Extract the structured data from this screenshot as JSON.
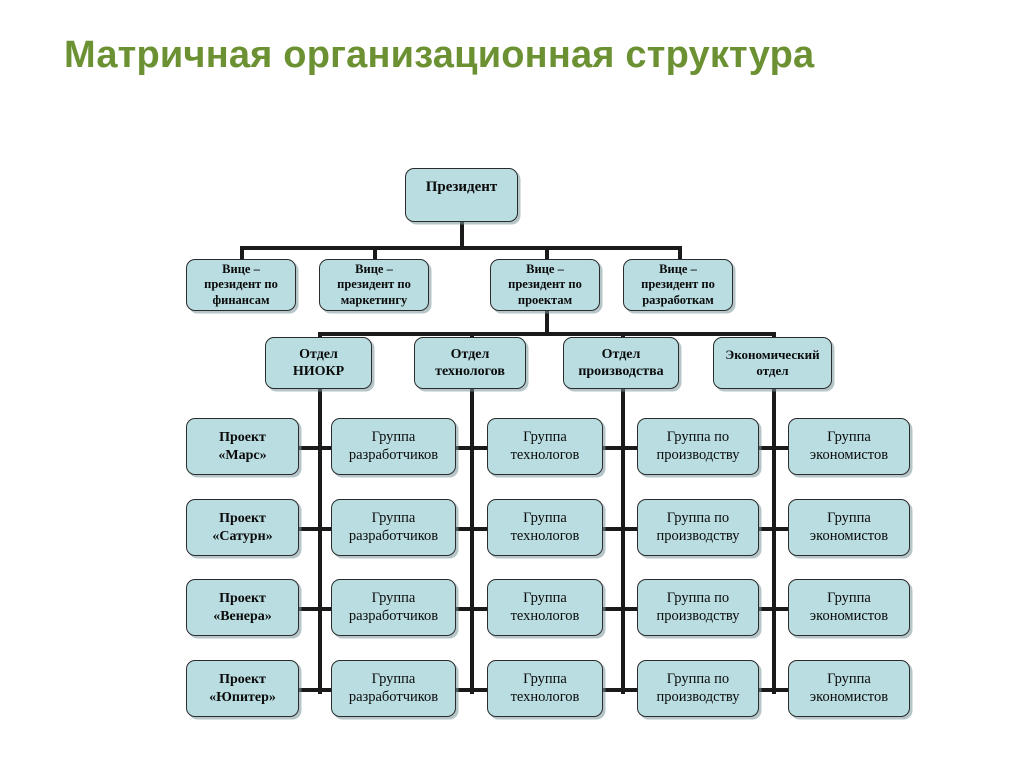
{
  "title": "Матричная организационная структура",
  "colors": {
    "title_green": "#6b9133",
    "node_fill": "#b9dde1",
    "node_border": "#2b2b2b",
    "connector": "#1a1a1a",
    "background": "#ffffff"
  },
  "chart_data": {
    "type": "diagram",
    "title": "Матричная организационная структура",
    "levels": [
      "Президент",
      "Вице-президенты",
      "Отделы",
      "Проекты и группы"
    ]
  },
  "diagram": {
    "president": {
      "label": "Президент"
    },
    "vice_presidents": [
      {
        "label": "Вице –\nпрезидент по\nфинансам"
      },
      {
        "label": "Вице –\nпрезидент по\nмаркетингу"
      },
      {
        "label": "Вице –\nпрезидент по\nпроектам"
      },
      {
        "label": "Вице –\nпрезидент по\nразработкам"
      }
    ],
    "departments": [
      {
        "label": "Отдел\nНИОКР"
      },
      {
        "label": "Отдел\nтехнологов"
      },
      {
        "label": "Отдел\nпроизводства"
      },
      {
        "label": "Экономический\nотдел"
      }
    ],
    "projects": [
      {
        "label": "Проект\n«Марс»"
      },
      {
        "label": "Проект\n«Сатурн»"
      },
      {
        "label": "Проект\n«Венера»"
      },
      {
        "label": "Проект\n«Юпитер»"
      }
    ],
    "groups": {
      "row0": [
        {
          "label": "Группа\nразработчиков"
        },
        {
          "label": "Группа\nтехнологов"
        },
        {
          "label": "Группа по\nпроизводству"
        },
        {
          "label": "Группа\nэкономистов"
        }
      ],
      "row1": [
        {
          "label": "Группа\nразработчиков"
        },
        {
          "label": "Группа\nтехнологов"
        },
        {
          "label": "Группа по\nпроизводству"
        },
        {
          "label": "Группа\nэкономистов"
        }
      ],
      "row2": [
        {
          "label": "Группа\nразработчиков"
        },
        {
          "label": "Группа\nтехнологов"
        },
        {
          "label": "Группа по\nпроизводству"
        },
        {
          "label": "Группа\nэкономистов"
        }
      ],
      "row3": [
        {
          "label": "Группа\nразработчиков"
        },
        {
          "label": "Группа\nтехнологов"
        },
        {
          "label": "Группа по\nпроизводству"
        },
        {
          "label": "Группа\nэкономистов"
        }
      ]
    }
  }
}
